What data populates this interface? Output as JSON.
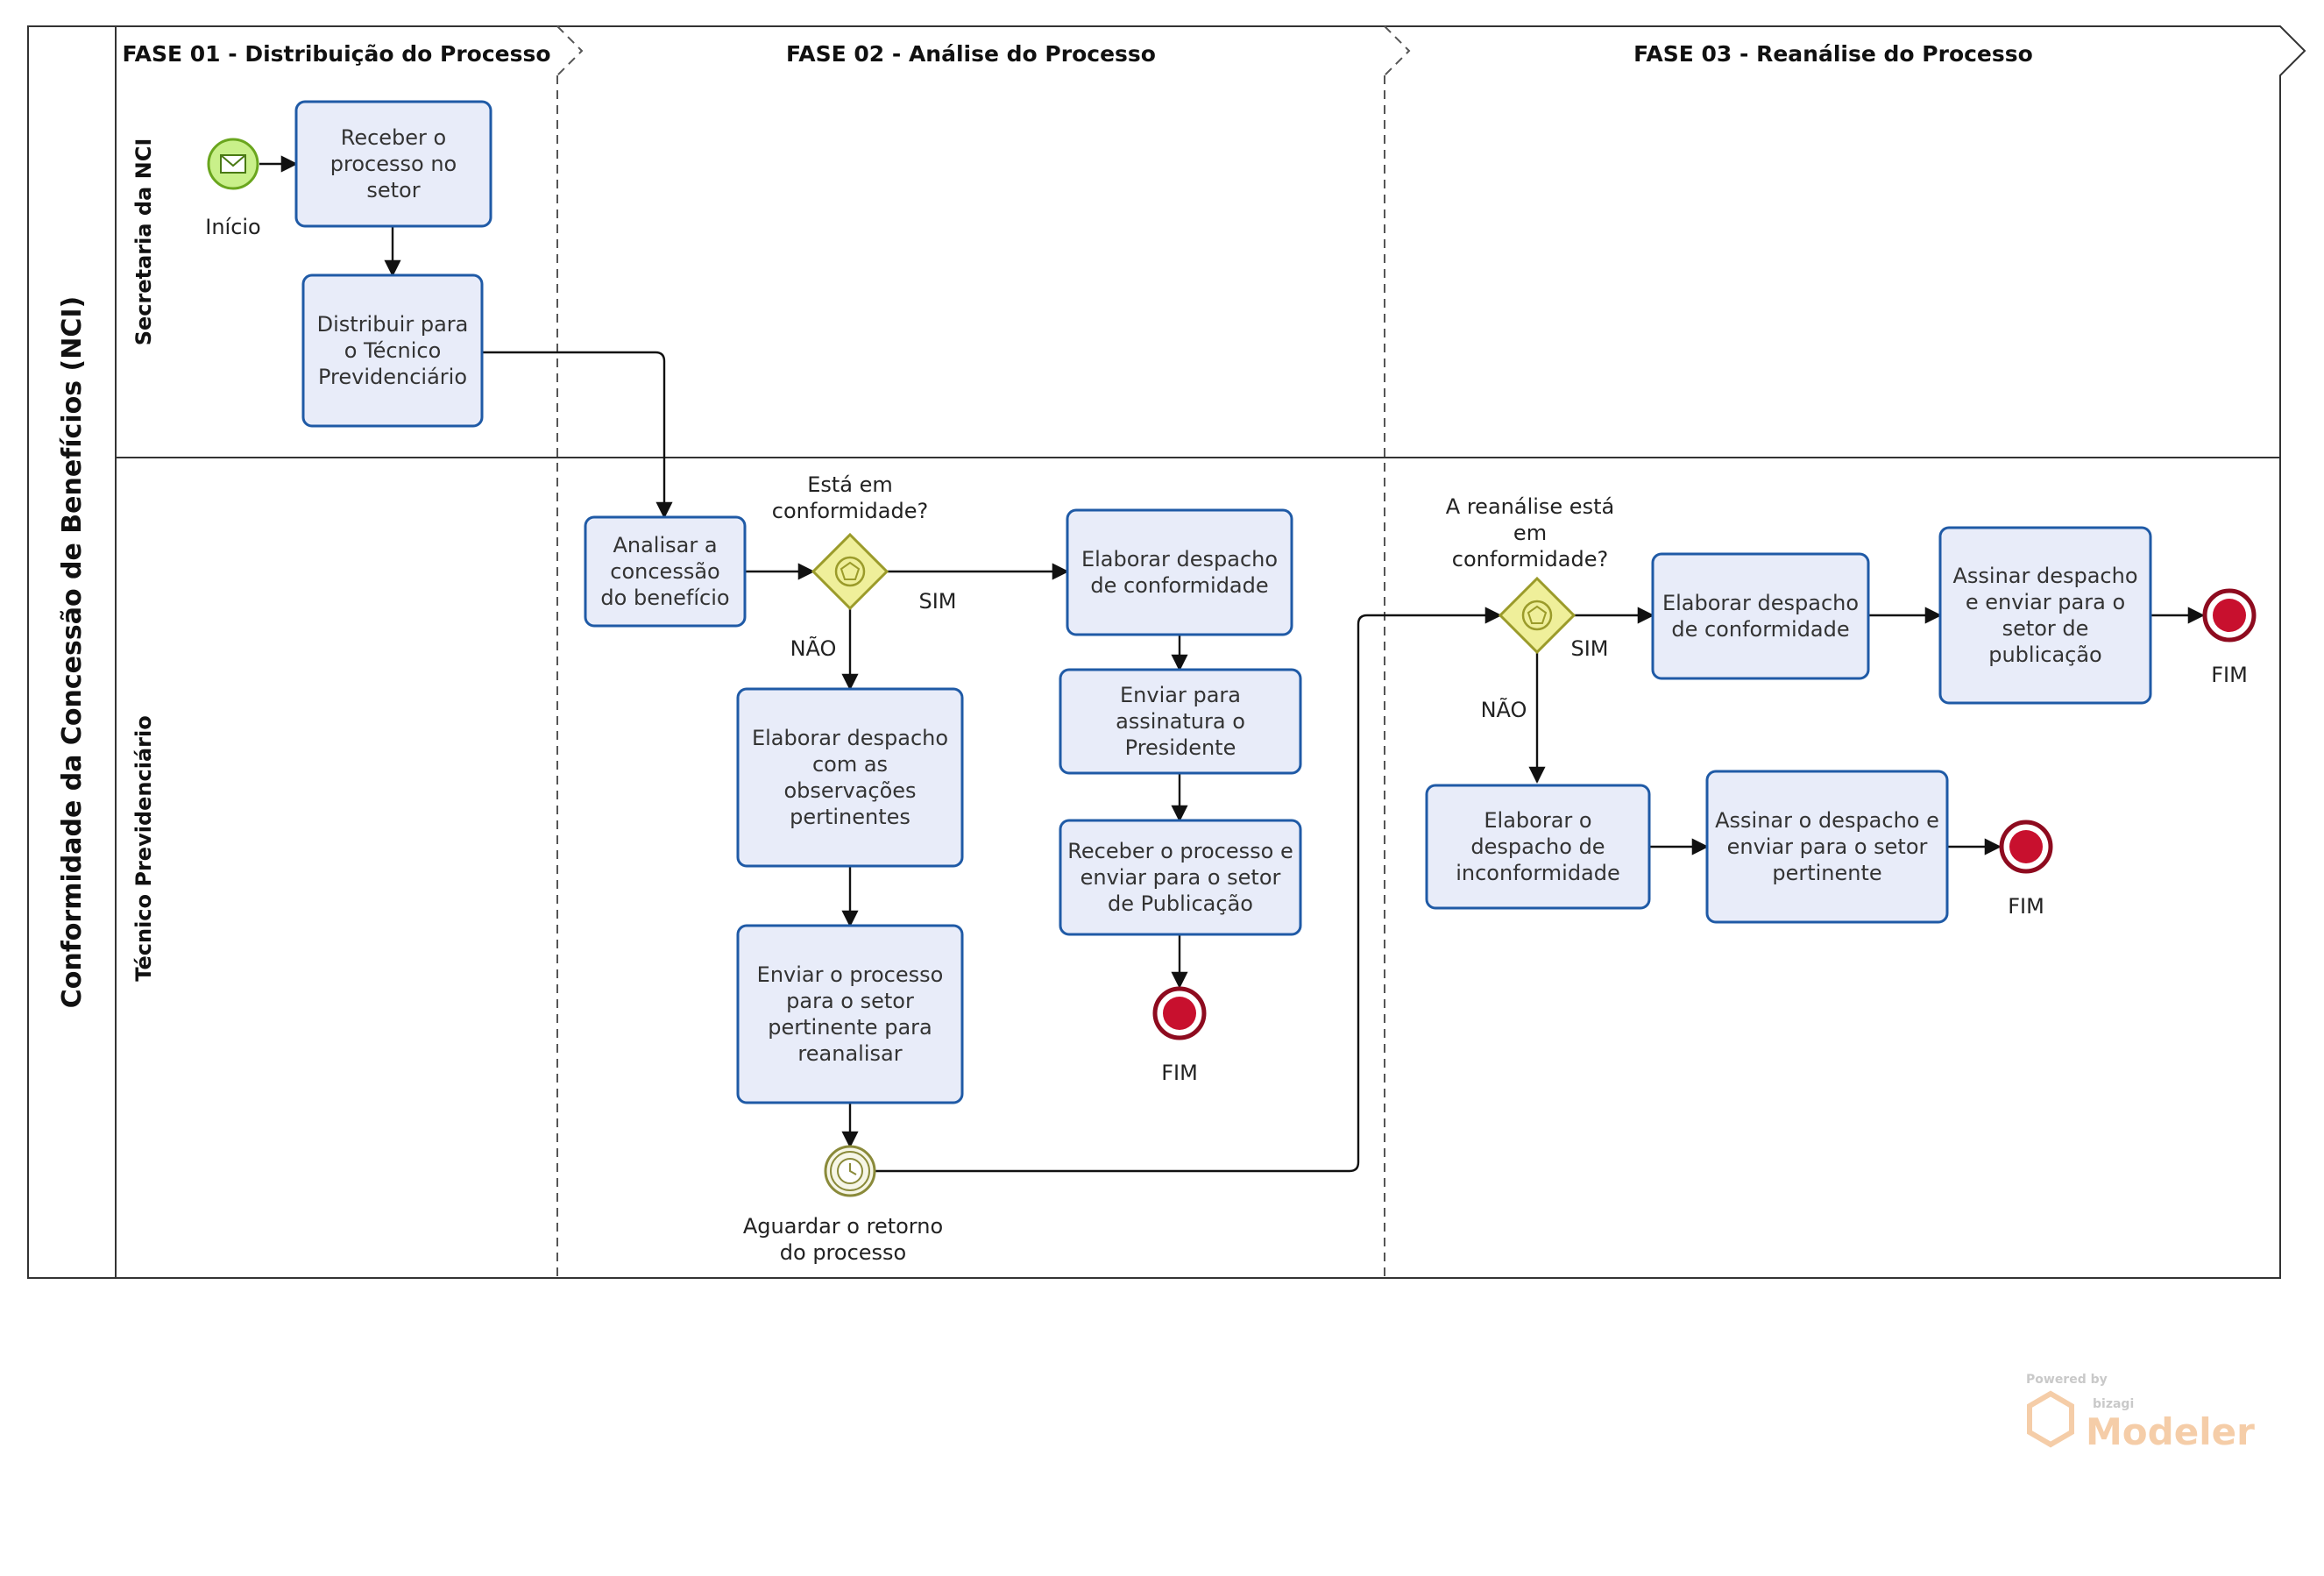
{
  "pool": {
    "title": "Conformidade da Concessão de Benefícios (NCI)"
  },
  "lanes": [
    {
      "id": "nci",
      "title": "Secretaria da NCI"
    },
    {
      "id": "tec",
      "title": "Técnico Previdenciário"
    }
  ],
  "phases": [
    {
      "id": "p1",
      "title": "FASE 01 - Distribuição do Processo"
    },
    {
      "id": "p2",
      "title": "FASE 02 - Análise do Processo"
    },
    {
      "id": "p3",
      "title": "FASE 03 - Reanálise do Processo"
    }
  ],
  "tasks": [
    {
      "id": "t_receber",
      "lines": [
        "Receber o",
        "processo no",
        "setor"
      ]
    },
    {
      "id": "t_distribuir",
      "lines": [
        "Distribuir para",
        "o Técnico",
        "Previdenciário"
      ]
    },
    {
      "id": "t_analisar",
      "lines": [
        "Analisar a",
        "concessão",
        "do benefício"
      ]
    },
    {
      "id": "t_despacho_conf",
      "lines": [
        "Elaborar despacho",
        "de conformidade"
      ]
    },
    {
      "id": "t_enviar_assin",
      "lines": [
        "Enviar para",
        "assinatura o",
        "Presidente"
      ]
    },
    {
      "id": "t_receber_pub",
      "lines": [
        "Receber o processo e",
        "enviar para o setor",
        "de Publicação"
      ]
    },
    {
      "id": "t_despacho_obs",
      "lines": [
        "Elaborar despacho",
        "com as",
        "observações",
        "pertinentes"
      ]
    },
    {
      "id": "t_enviar_setor",
      "lines": [
        "Enviar o processo",
        "para o setor",
        "pertinente para",
        "reanalisar"
      ]
    },
    {
      "id": "t_despacho_conf2",
      "lines": [
        "Elaborar despacho",
        "de conformidade"
      ]
    },
    {
      "id": "t_assinar_pub",
      "lines": [
        "Assinar despacho",
        "e enviar para o",
        "setor de",
        "publicação"
      ]
    },
    {
      "id": "t_despacho_inconf",
      "lines": [
        "Elaborar o",
        "despacho de",
        "inconformidade"
      ]
    },
    {
      "id": "t_assinar_pert",
      "lines": [
        "Assinar o despacho e",
        "enviar para o setor",
        "pertinente"
      ]
    }
  ],
  "gateways": [
    {
      "id": "g1",
      "lines": [
        "Está em",
        "conformidade?"
      ]
    },
    {
      "id": "g2",
      "lines": [
        "A reanálise está",
        "em",
        "conformidade?"
      ]
    }
  ],
  "events": {
    "start": {
      "label": "Início",
      "icon": "envelope-icon"
    },
    "timer": {
      "lines": [
        "Aguardar o retorno",
        "do processo"
      ],
      "icon": "clock-icon"
    },
    "ends": [
      "FIM",
      "FIM",
      "FIM"
    ]
  },
  "flow_labels": {
    "yes": "SIM",
    "no": "NÃO"
  },
  "watermark": {
    "powered": "Powered by",
    "brand": "bizagi",
    "product": "Modeler"
  },
  "colors": {
    "task_fill": "#e8ecf9",
    "task_stroke": "#1f5aa6",
    "gateway_fill": "#efef9a",
    "gateway_stroke": "#9b9b2a",
    "start_fill": "#c9f08a",
    "start_stroke": "#6aa61e",
    "end_fill": "#c8102e",
    "end_stroke": "#8e0b1f",
    "timer_stroke": "#8a8a3a"
  }
}
